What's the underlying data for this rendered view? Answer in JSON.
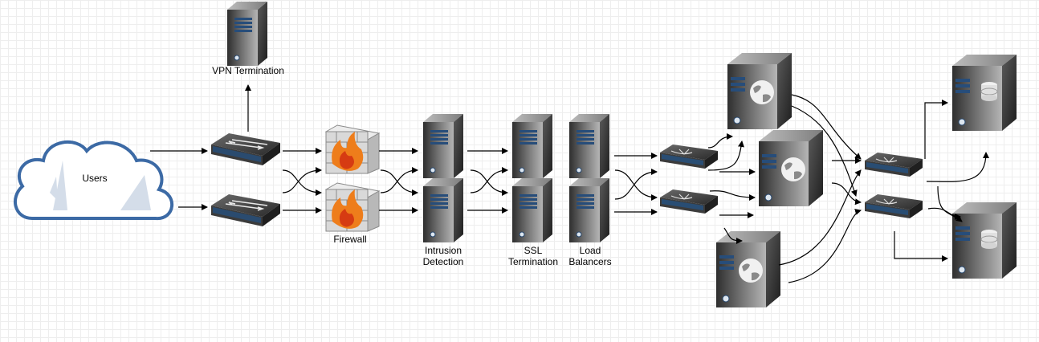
{
  "labels": {
    "users": "Users",
    "vpn": "VPN Termination",
    "firewall": "Firewall",
    "intrusion": "Intrusion\nDetection",
    "ssl": "SSL\nTermination",
    "load": "Load\nBalancers"
  },
  "colors": {
    "cloud_stroke": "#3c6aa5",
    "arrow": "#000000",
    "server_dark": "#3a3a3a",
    "server_light": "#9a9a9a",
    "switch_accent": "#1e5a9a",
    "fire": "#f07a1a",
    "brick": "#d8d8d8"
  },
  "icons": [
    "cloud-icon",
    "switch-icon",
    "firewall-icon",
    "server-icon",
    "web-server-icon",
    "database-server-icon"
  ]
}
